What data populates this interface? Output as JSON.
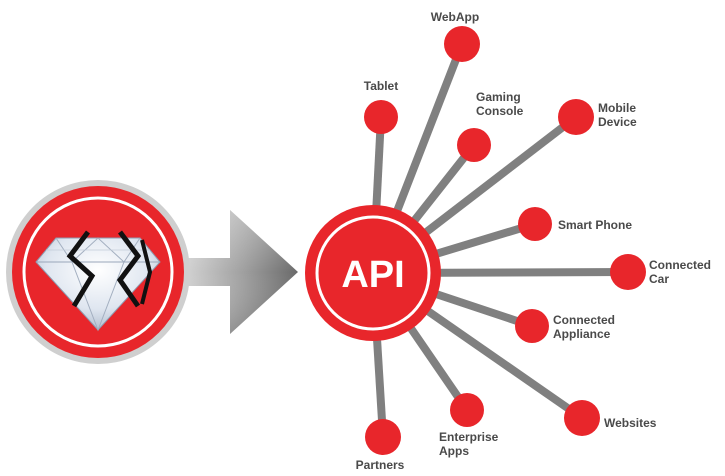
{
  "hub": {
    "label": "API"
  },
  "colors": {
    "node_red": "#e8262b",
    "connector_gray": "#808080",
    "label_gray": "#4a4a4a",
    "arrow_gray": "#8a8a8a"
  },
  "source_icon": "diamond-icon",
  "spokes": [
    {
      "id": "webapp",
      "lines": [
        "WebApp"
      ]
    },
    {
      "id": "tablet",
      "lines": [
        "Tablet"
      ]
    },
    {
      "id": "gaming-console",
      "lines": [
        "Gaming",
        "Console"
      ]
    },
    {
      "id": "mobile-device",
      "lines": [
        "Mobile",
        "Device"
      ]
    },
    {
      "id": "smart-phone",
      "lines": [
        "Smart Phone"
      ]
    },
    {
      "id": "connected-car",
      "lines": [
        "Connected",
        "Car"
      ]
    },
    {
      "id": "connected-appliance",
      "lines": [
        "Connected",
        "Appliance"
      ]
    },
    {
      "id": "websites",
      "lines": [
        "Websites"
      ]
    },
    {
      "id": "enterprise-apps",
      "lines": [
        "Enterprise",
        "Apps"
      ]
    },
    {
      "id": "partners",
      "lines": [
        "Partners"
      ]
    }
  ]
}
